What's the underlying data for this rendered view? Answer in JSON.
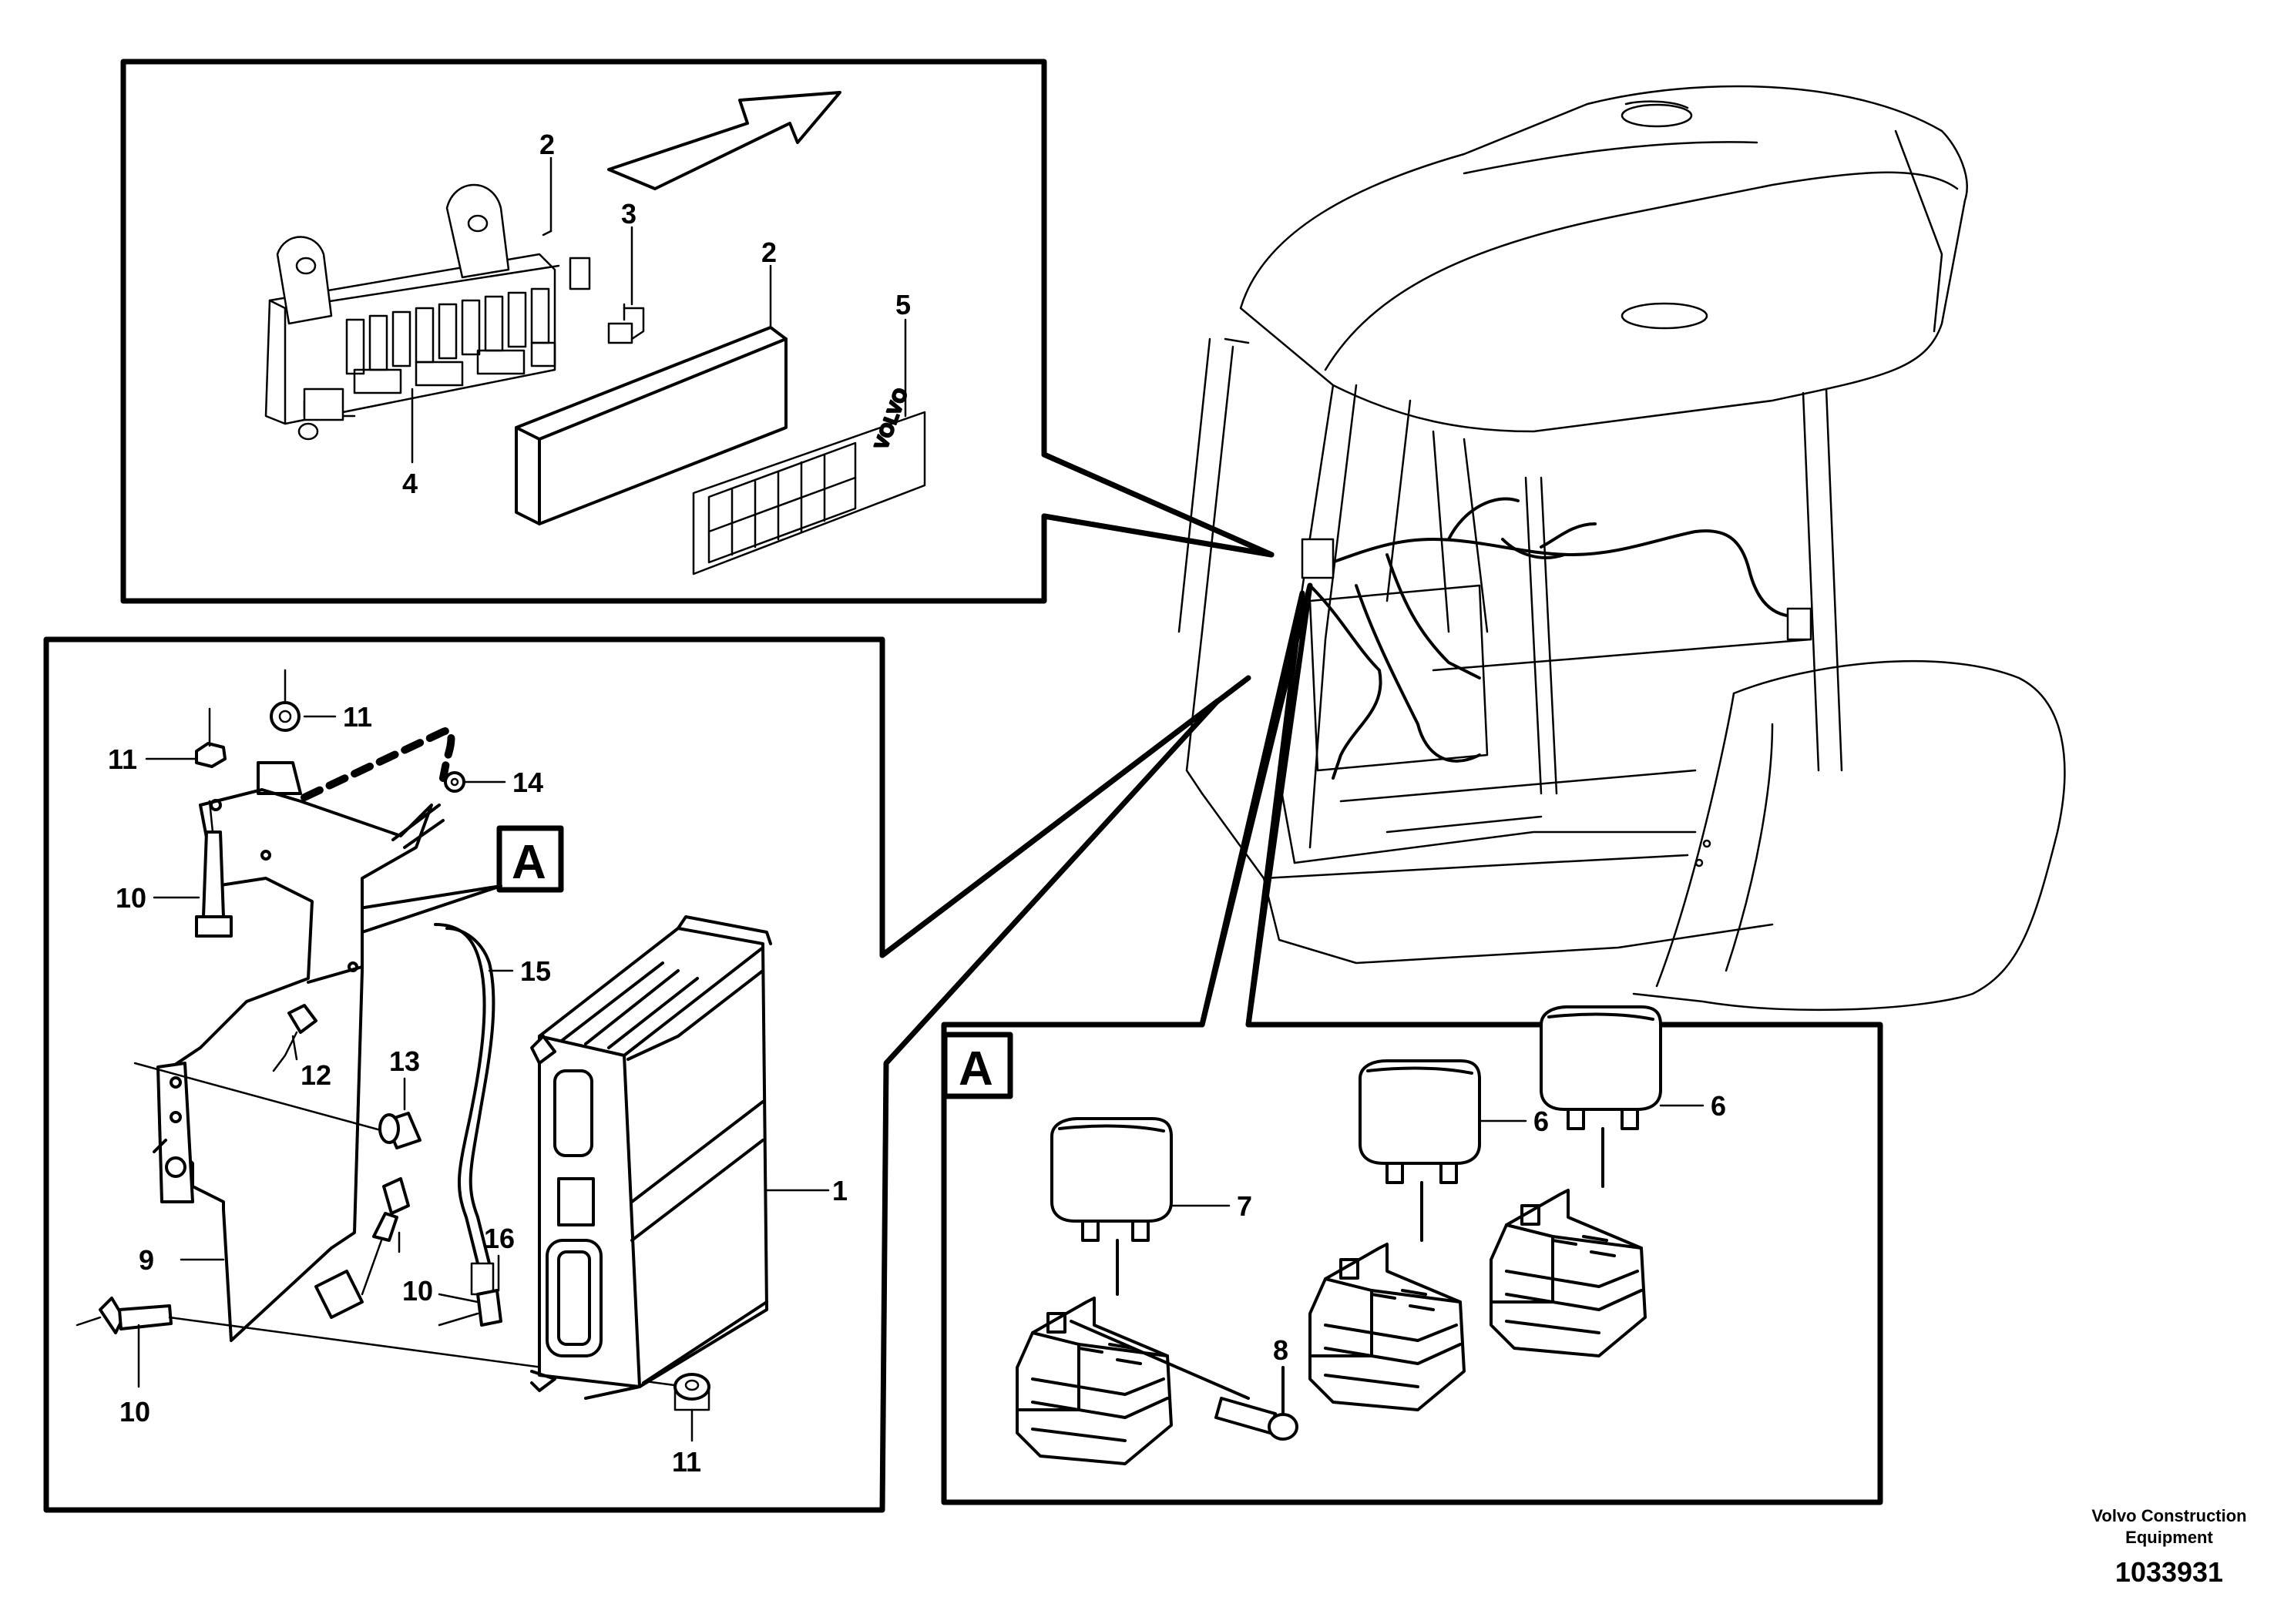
{
  "callouts": {
    "c2a": "2",
    "c3": "3",
    "c2b": "2",
    "c5": "5",
    "c4": "4",
    "c11a": "11",
    "c11b": "11",
    "c14": "14",
    "c10a": "10",
    "c15": "15",
    "c12": "12",
    "c13": "13",
    "c1": "1",
    "c16": "16",
    "c9": "9",
    "c10b": "10",
    "c10c": "10",
    "c11c": "11",
    "c7": "7",
    "c6a": "6",
    "c6b": "6",
    "c8": "8"
  },
  "detail_labels": {
    "left": "A",
    "right": "A"
  },
  "logo_text": "VOLVO",
  "footer": {
    "company_line1": "Volvo Construction",
    "company_line2": "Equipment",
    "drawing_number": "1033931"
  }
}
